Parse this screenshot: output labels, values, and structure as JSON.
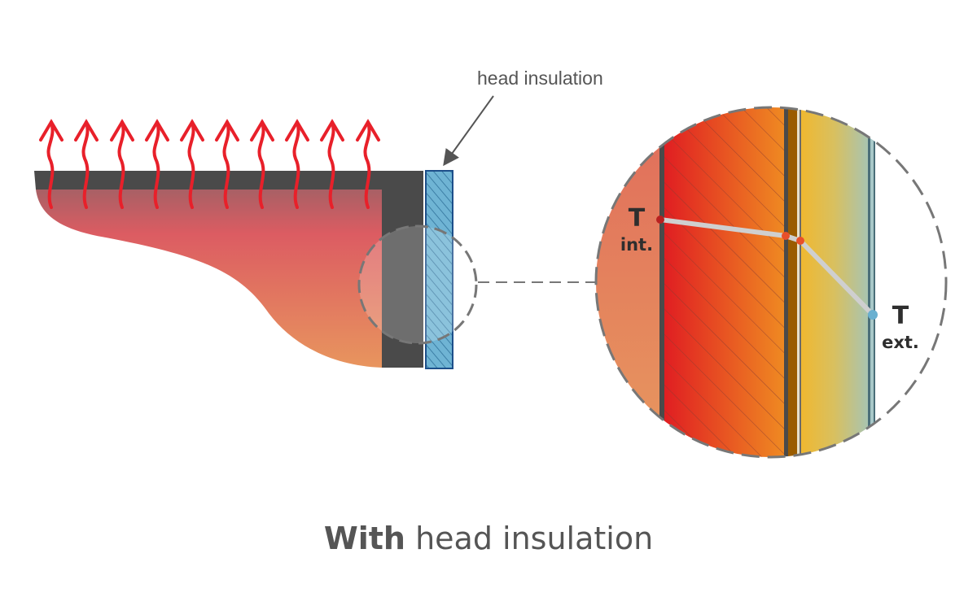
{
  "callout": {
    "label": "head insulation"
  },
  "title": {
    "bold": "With",
    "rest": " head insulation"
  },
  "zoom_labels": {
    "t_int_symbol": "T",
    "t_int_sub": "int.",
    "t_ext_symbol": "T",
    "t_ext_sub": "ext."
  },
  "colors": {
    "heat_arrow": "#e8202a",
    "shell": "#4a4a4a",
    "insulation": "#6fb4d4",
    "temperature_line": "#cfcfcf"
  }
}
